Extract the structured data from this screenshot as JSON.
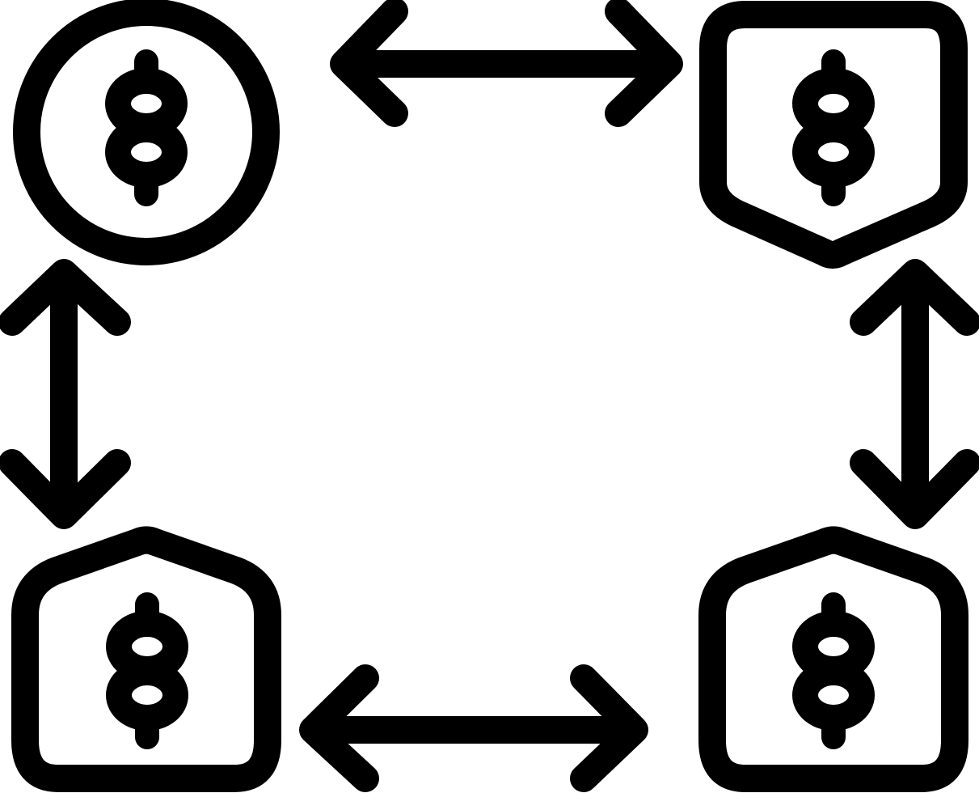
{
  "icon_name": "currency-exchange-cycle-icon",
  "colors": {
    "ink": "#000000",
    "background": "#ffffff"
  },
  "nodes": [
    {
      "id": "coin",
      "shape": "circle",
      "symbol": "dollar-icon"
    },
    {
      "id": "shield",
      "shape": "shield",
      "symbol": "dollar-icon"
    },
    {
      "id": "house-left",
      "shape": "house",
      "symbol": "dollar-icon"
    },
    {
      "id": "house-right",
      "shape": "house",
      "symbol": "dollar-icon"
    }
  ],
  "connectors": [
    {
      "from": "coin",
      "to": "shield",
      "type": "double-arrow"
    },
    {
      "from": "shield",
      "to": "house-right",
      "type": "double-arrow"
    },
    {
      "from": "house-right",
      "to": "house-left",
      "type": "double-arrow"
    },
    {
      "from": "house-left",
      "to": "coin",
      "type": "double-arrow"
    }
  ]
}
